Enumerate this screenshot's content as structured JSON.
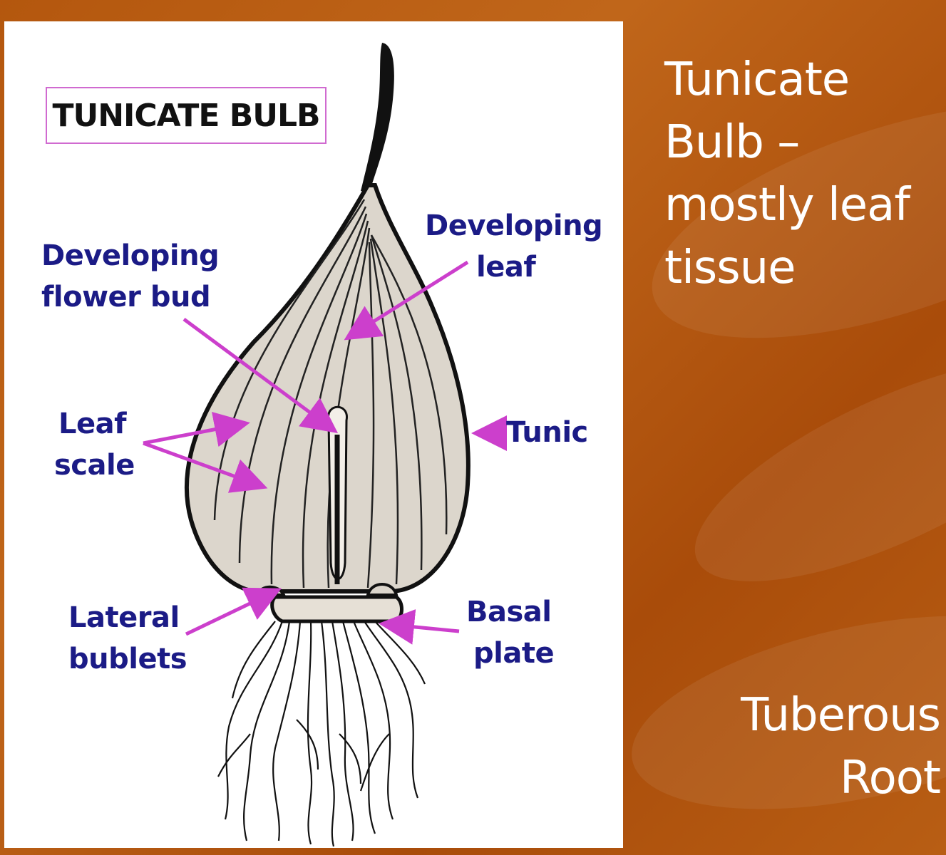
{
  "diagram": {
    "title": "TUNICATE BULB",
    "labels": {
      "developing_flower_bud": [
        "Developing",
        "flower bud"
      ],
      "developing_leaf": [
        "Developing",
        "leaf"
      ],
      "leaf_scale": [
        "Leaf",
        "scale"
      ],
      "tunic": "Tunic",
      "lateral_bublets": [
        "Lateral",
        "bublets"
      ],
      "basal_plate": [
        "Basal",
        "plate"
      ]
    },
    "colors": {
      "label_text": "#1b1b86",
      "arrow": "#cc3fcc",
      "bulb_fill": "#dcd6cc",
      "outline": "#111111",
      "title_border": "#d06ad0"
    }
  },
  "side_caption": {
    "lines": [
      "Tunicate",
      "Bulb –",
      "mostly leaf",
      "tissue"
    ]
  },
  "bottom_caption": {
    "lines": [
      "Tuberous",
      "Root"
    ]
  },
  "background": {
    "color": "#b4570e"
  }
}
